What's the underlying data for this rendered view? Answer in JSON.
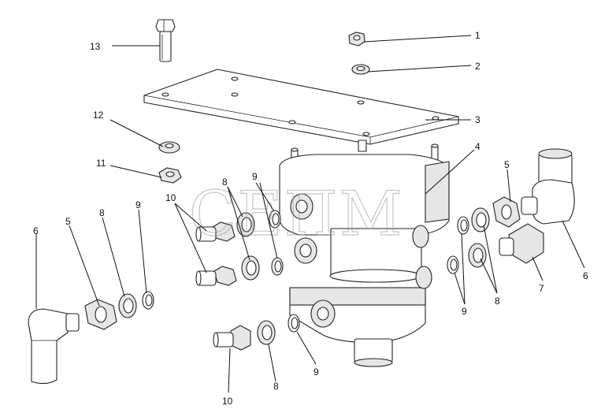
{
  "callouts": {
    "c1": "1",
    "c2": "2",
    "c3": "3",
    "c4": "4",
    "c5_right": "5",
    "c5_left": "5",
    "c6_right": "6",
    "c6_left": "6",
    "c7": "7",
    "c8_upper": "8",
    "c8_left": "8",
    "c8_right": "8",
    "c8_bottom": "8",
    "c9_upper": "9",
    "c9_left": "9",
    "c9_right": "9",
    "c9_bottom": "9",
    "c10_upper": "10",
    "c10_bottom": "10",
    "c11": "11",
    "c12": "12",
    "c13": "13"
  },
  "watermark": {
    "text": "СЕПМ"
  }
}
